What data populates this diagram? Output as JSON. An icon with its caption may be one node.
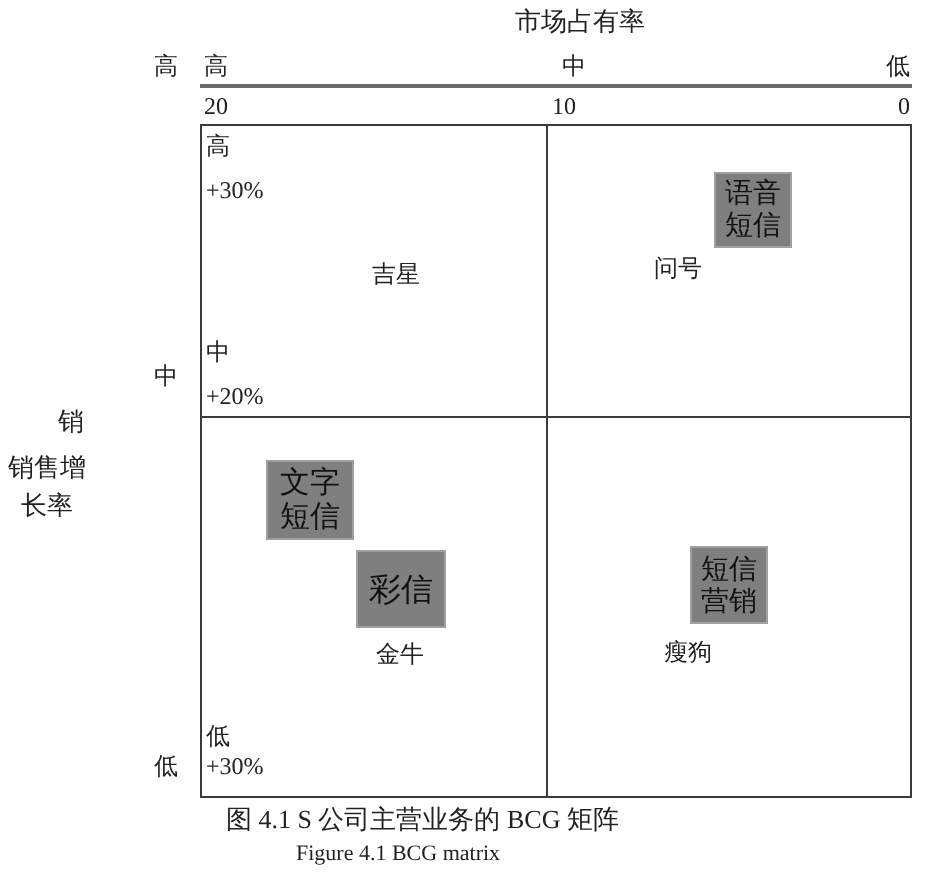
{
  "diagram": {
    "caption": "图 4.1 S 公司主营业务的 BCG 矩阵",
    "nodes": [
      {
        "text": [
          "吉星"
        ]
      },
      {
        "text": [
          "问号"
        ]
      },
      {
        "text": [
          "语音短信"
        ],
        "in": 1
      },
      {
        "text": [
          "金牛"
        ]
      },
      {
        "text": [
          "文字短信"
        ],
        "in": 3
      },
      {
        "text": [
          "彩信"
        ],
        "in": 3
      },
      {
        "text": [
          "瘦狗"
        ]
      },
      {
        "text": [
          "短信营销"
        ],
        "in": 6
      }
    ],
    "labels": [
      "市场占有率",
      "高",
      "高",
      "中",
      "低",
      "20",
      "10",
      "0",
      "高",
      "+30%",
      "中",
      "中",
      "+20%",
      "销",
      "销售增长率",
      "低",
      "低",
      "+30%",
      "Figure 4.1 BCG matrix"
    ]
  }
}
